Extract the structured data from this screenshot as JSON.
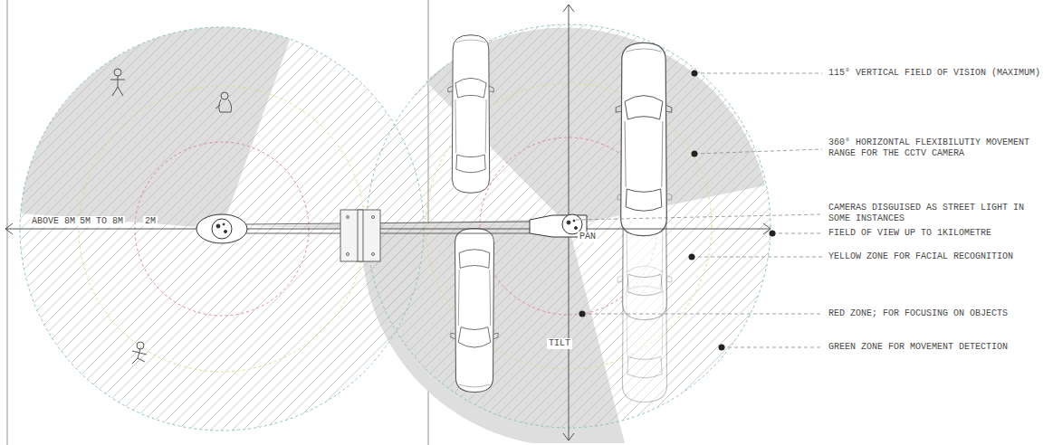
{
  "diagram": {
    "labels": [
      "115° VERTICAL FIELD OF VISION (MAXIMUM)",
      "360° HORIZONTAL FLEXIBILUTIY MOVEMENT RANGE FOR THE CCTV CAMERA",
      "CAMERAS DISGUISED AS STREET LIGHT IN SOME INSTANCES",
      "FIELD OF VIEW UP TO 1KILOMETRE",
      "YELLOW ZONE FOR FACIAL RECOGNITION",
      "RED ZONE;  FOR FOCUSING ON OBJECTS",
      "GREEN ZONE FOR MOVEMENT DETECTION",
      "ABOVE 8M",
      "5M TO 8M",
      "2M",
      "PAN",
      "TILT"
    ]
  }
}
